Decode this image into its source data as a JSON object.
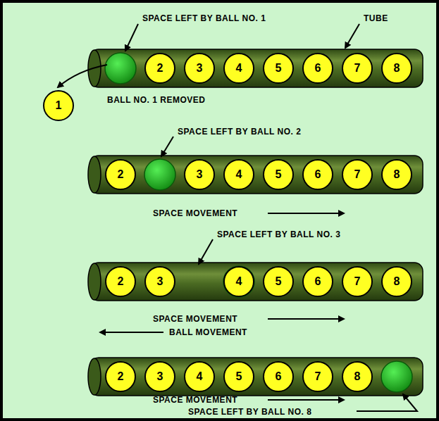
{
  "diagram": {
    "nodes": [
      {
        "text": [
          "2"
        ]
      },
      {
        "text": [
          "3"
        ]
      },
      {
        "text": [
          "4"
        ]
      },
      {
        "text": [
          "5"
        ]
      },
      {
        "text": [
          "6"
        ]
      },
      {
        "text": [
          "7"
        ]
      },
      {
        "text": [
          "8"
        ]
      },
      {
        "text": [
          "1"
        ]
      },
      {
        "text": [
          "2"
        ]
      },
      {
        "text": [
          "3"
        ]
      },
      {
        "text": [
          "4"
        ]
      },
      {
        "text": [
          "5"
        ]
      },
      {
        "text": [
          "6"
        ]
      },
      {
        "text": [
          "7"
        ]
      },
      {
        "text": [
          "8"
        ]
      },
      {
        "text": [
          "2"
        ]
      },
      {
        "text": [
          "3"
        ]
      },
      {
        "text": [
          "4"
        ]
      },
      {
        "text": [
          "5"
        ]
      },
      {
        "text": [
          "6"
        ]
      },
      {
        "text": [
          "7"
        ]
      },
      {
        "text": [
          "8"
        ]
      },
      {
        "text": [
          "2"
        ]
      },
      {
        "text": [
          "3"
        ]
      },
      {
        "text": [
          "4"
        ]
      },
      {
        "text": [
          "5"
        ]
      },
      {
        "text": [
          "6"
        ]
      },
      {
        "text": [
          "7"
        ]
      },
      {
        "text": [
          "8"
        ]
      }
    ],
    "labels": [
      "SPACE LEFT BY BALL NO. 1",
      "TUBE",
      "BALL NO. 1 REMOVED",
      "SPACE LEFT BY BALL NO. 2",
      "SPACE MOVEMENT",
      "SPACE LEFT BY BALL NO. 3",
      "SPACE MOVEMENT",
      "BALL MOVEMENT",
      "SPACE MOVEMENT",
      "SPACE LEFT BY BALL NO. 8"
    ]
  }
}
